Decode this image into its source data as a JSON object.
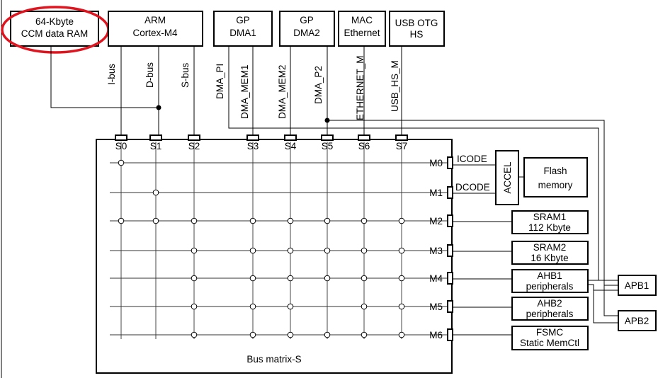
{
  "masters": {
    "ccm": [
      "64-Kbyte",
      "CCM data RAM"
    ],
    "arm": [
      "ARM",
      "Cortex-M4"
    ],
    "dma1": [
      "GP",
      "DMA1"
    ],
    "dma2": [
      "GP",
      "DMA2"
    ],
    "mac": [
      "MAC",
      "Ethernet"
    ],
    "usb": [
      "USB OTG",
      "HS"
    ]
  },
  "buses": {
    "ibus": "I-bus",
    "dbus": "D-bus",
    "sbus": "S-bus",
    "dma_pi": "DMA_PI",
    "dma_mem1": "DMA_MEM1",
    "dma_mem2": "DMA_MEM2",
    "dma_p2": "DMA_P2",
    "ethernet_m": "ETHERNET_M",
    "usb_hs_m": "USB_HS_M"
  },
  "slave_ports": [
    "S0",
    "S1",
    "S2",
    "S3",
    "S4",
    "S5",
    "S6",
    "S7"
  ],
  "master_ports": [
    "M0",
    "M1",
    "M2",
    "M3",
    "M4",
    "M5",
    "M6"
  ],
  "code_buses": {
    "icode": "ICODE",
    "dcode": "DCODE"
  },
  "accel": "ACCEL",
  "targets": {
    "flash": [
      "Flash",
      "memory"
    ],
    "sram1": [
      "SRAM1",
      "112 Kbyte"
    ],
    "sram2": [
      "SRAM2",
      "16 Kbyte"
    ],
    "ahb1": [
      "AHB1",
      "peripherals"
    ],
    "ahb2": [
      "AHB2",
      "peripherals"
    ],
    "fsmc": [
      "FSMC",
      "Static MemCtl"
    ]
  },
  "apb1": "APB1",
  "apb2": "APB2",
  "matrix_label": "Bus matrix-S",
  "highlight_color": "#e0141e",
  "connections": [
    [
      1,
      0,
      0,
      0,
      0,
      0,
      0,
      0
    ],
    [
      0,
      1,
      0,
      0,
      0,
      0,
      0,
      0
    ],
    [
      1,
      1,
      1,
      1,
      1,
      1,
      1,
      1
    ],
    [
      0,
      0,
      1,
      1,
      1,
      1,
      1,
      1
    ],
    [
      0,
      0,
      1,
      1,
      1,
      1,
      1,
      1
    ],
    [
      0,
      0,
      1,
      1,
      1,
      0,
      1,
      1
    ],
    [
      0,
      0,
      1,
      1,
      1,
      1,
      1,
      1
    ]
  ]
}
